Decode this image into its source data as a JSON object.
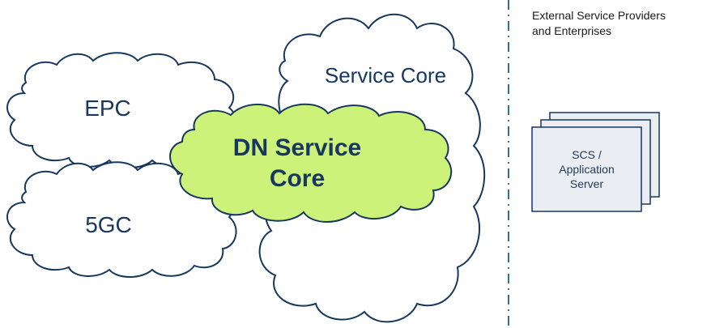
{
  "clouds": {
    "epc": "EPC",
    "fivegc": "5GC",
    "service_core": "Service Core",
    "dn_service_core_line1": "DN Service",
    "dn_service_core_line2": "Core"
  },
  "external": {
    "line1": "External Service Providers",
    "line2": "and Enterprises"
  },
  "server": {
    "line1": "SCS /",
    "line2": "Application",
    "line3": "Server"
  },
  "colors": {
    "outline": "#17375e",
    "dn_fill": "#ccf27a",
    "server_fill": "#eaedf2",
    "divider": "#2f6f9f"
  }
}
